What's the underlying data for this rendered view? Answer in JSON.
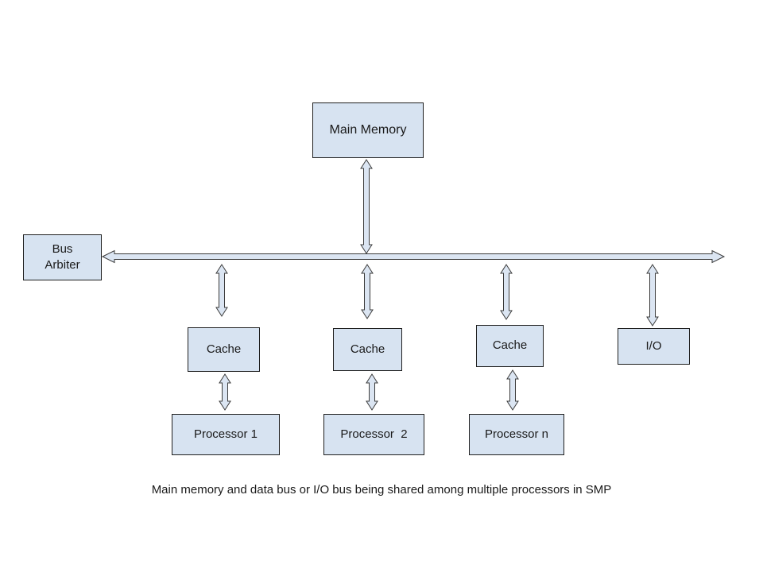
{
  "diagram": {
    "caption": "Main memory and data bus or I/O bus being shared among multiple processors in SMP",
    "nodes": {
      "main_memory": "Main Memory",
      "bus_arbiter": "Bus\nArbiter",
      "cache_1": "Cache",
      "cache_2": "Cache",
      "cache_3": "Cache",
      "io": "I/O",
      "processor_1": "Processor 1",
      "processor_2": "Processor  2",
      "processor_n": "Processor n"
    },
    "connectors": {
      "bus": "shared data / I-O bus (double-headed horizontal arrow)",
      "vertical_links": "double-headed vertical arrows: memory-bus, bus-cache x3, bus-io, cache-processor x3"
    },
    "colors": {
      "node_fill": "#d7e3f1",
      "node_border": "#1f1f1f",
      "connector_fill": "#dbe5f2",
      "connector_stroke": "#3a3a3a",
      "background": "#ffffff",
      "text": "#1a1a1a"
    }
  }
}
